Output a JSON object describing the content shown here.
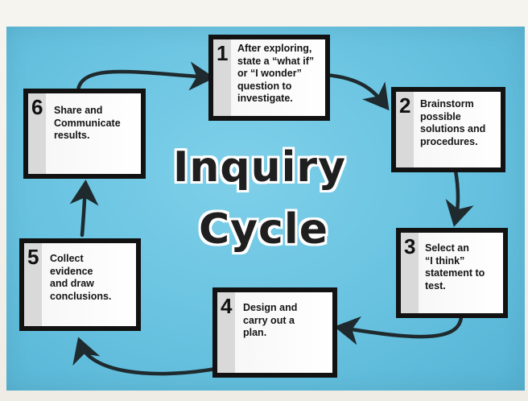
{
  "title": {
    "line1": "Inquiry",
    "line2": "Cycle"
  },
  "steps": [
    {
      "number": "1",
      "text": "After exploring,\nstate a “what if”\nor “I wonder”\nquestion to\ninvestigate."
    },
    {
      "number": "2",
      "text": "Brainstorm\npossible\nsolutions and\nprocedures."
    },
    {
      "number": "3",
      "text": "Select an\n“I think”\nstatement to\ntest."
    },
    {
      "number": "4",
      "text": "Design and\ncarry out a\nplan."
    },
    {
      "number": "5",
      "text": "Collect\nevidence\nand draw\nconclusions."
    },
    {
      "number": "6",
      "text": "Share and\nCommunicate\nresults."
    }
  ],
  "colors": {
    "wall": "#f3f1ec",
    "paper": "#67c2e0",
    "card_border": "#121212",
    "arrow": "#1e2a2e"
  }
}
